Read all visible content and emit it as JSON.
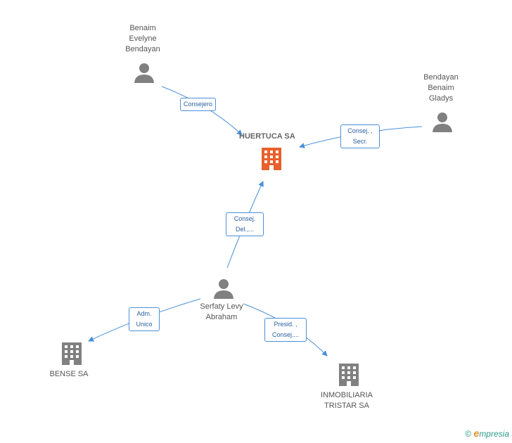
{
  "colors": {
    "edge": "#4a90d9",
    "person_icon": "#808080",
    "company_icon": "#808080",
    "center_icon": "#e8602c"
  },
  "nodes": {
    "center": {
      "name": "HUERTUCA SA",
      "icon": "building-icon"
    },
    "benaim_evelyne": {
      "lines": [
        "Benaim",
        "Evelyne",
        "Bendayan"
      ],
      "icon": "person-icon"
    },
    "bendayan_gladys": {
      "lines": [
        "Bendayan",
        "Benaim",
        "Gladys"
      ],
      "icon": "person-icon"
    },
    "serfaty": {
      "lines": [
        "Serfaty Levy",
        "Abraham"
      ],
      "icon": "person-icon"
    },
    "bense": {
      "lines": [
        "BENSE SA"
      ],
      "icon": "building-icon"
    },
    "inmobiliaria": {
      "lines": [
        "INMOBILIARIA",
        "TRISTAR SA"
      ],
      "icon": "building-icon"
    }
  },
  "edges": {
    "consejero": {
      "lines": [
        "Consejero"
      ]
    },
    "consej_secr": {
      "lines": [
        "Consej. ,",
        "Secr."
      ]
    },
    "consej_del": {
      "lines": [
        "Consej.",
        "Del.,..."
      ]
    },
    "adm_unico": {
      "lines": [
        "Adm.",
        "Unico"
      ]
    },
    "presid_consej": {
      "lines": [
        "Presid. ,",
        "Consej...."
      ]
    }
  },
  "footer": {
    "copyright": "©",
    "brand_initial": "e",
    "brand_rest": "mpresia"
  }
}
